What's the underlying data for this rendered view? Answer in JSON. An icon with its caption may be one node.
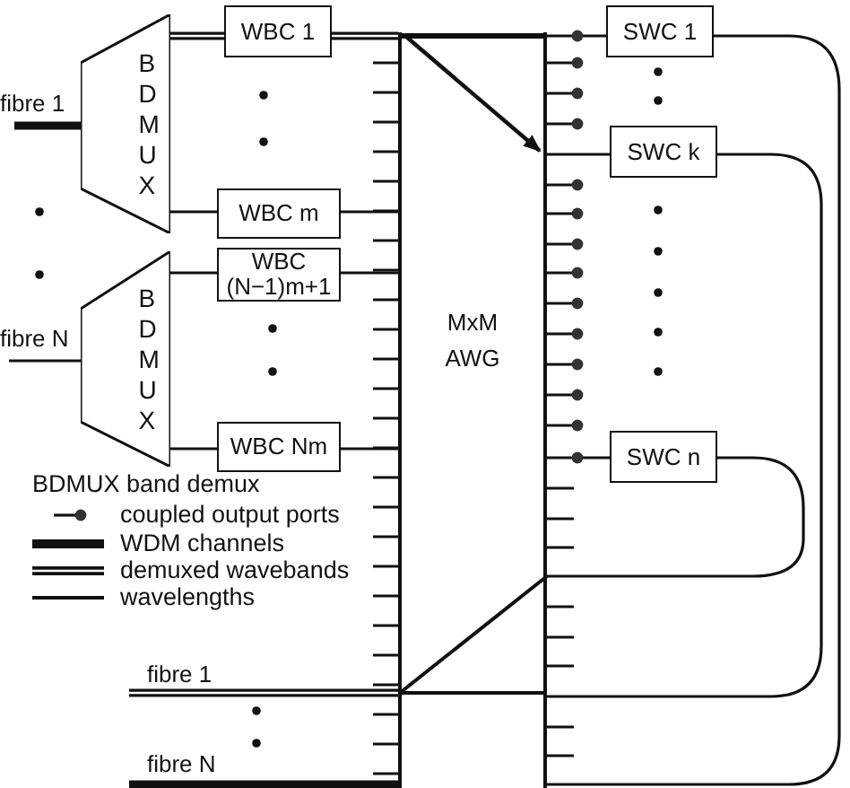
{
  "diagram": {
    "nodes": [
      {
        "text": [
          "B D M U X"
        ]
      },
      {
        "text": [
          "B D M U X"
        ]
      },
      {
        "text": [
          "WBC 1"
        ]
      },
      {
        "text": [
          "WBC m"
        ]
      },
      {
        "text": [
          "WBC (N−1)m+1"
        ]
      },
      {
        "text": [
          "WBC Nm"
        ]
      },
      {
        "text": [
          "MxM AWG"
        ]
      },
      {
        "text": [
          "SWC 1"
        ]
      },
      {
        "text": [
          "SWC k"
        ]
      },
      {
        "text": [
          "SWC n"
        ]
      }
    ],
    "edges": [
      {
        "from": null,
        "to": 0,
        "arrow": "none",
        "label": "fibre 1",
        "style": "thick"
      },
      {
        "from": null,
        "to": 1,
        "arrow": "none",
        "label": "fibre N"
      },
      {
        "from": 0,
        "to": 2,
        "arrow": "none",
        "style": "thick"
      },
      {
        "from": 2,
        "to": 6,
        "arrow": "none",
        "style": "thick"
      },
      {
        "from": 0,
        "to": 3,
        "arrow": "none"
      },
      {
        "from": 3,
        "to": 6,
        "arrow": "none"
      },
      {
        "from": 1,
        "to": 4,
        "arrow": "none"
      },
      {
        "from": 4,
        "to": 6,
        "arrow": "none"
      },
      {
        "from": 1,
        "to": 5,
        "arrow": "none"
      },
      {
        "from": 5,
        "to": 6,
        "arrow": "none"
      },
      {
        "from": 6,
        "to": 7,
        "arrow": "other"
      },
      {
        "from": 6,
        "to": 8,
        "arrow": "none"
      },
      {
        "from": 6,
        "to": 9,
        "arrow": "other"
      },
      {
        "from": 7,
        "to": 6,
        "arrow": "none"
      },
      {
        "from": 8,
        "to": 6,
        "arrow": "none"
      },
      {
        "from": 9,
        "to": 6,
        "arrow": "none"
      },
      {
        "from": 6,
        "to": null,
        "arrow": "none",
        "label": "fibre 1",
        "style": "thick"
      },
      {
        "from": 6,
        "to": null,
        "arrow": "none",
        "label": "fibre N",
        "style": "thick"
      }
    ],
    "legend": [
      {
        "text": "BDMUX band demux"
      },
      {
        "text": "coupled output ports"
      },
      {
        "text": "WDM channels"
      },
      {
        "text": "demuxed wavebands"
      },
      {
        "text": "wavelengths"
      }
    ]
  }
}
